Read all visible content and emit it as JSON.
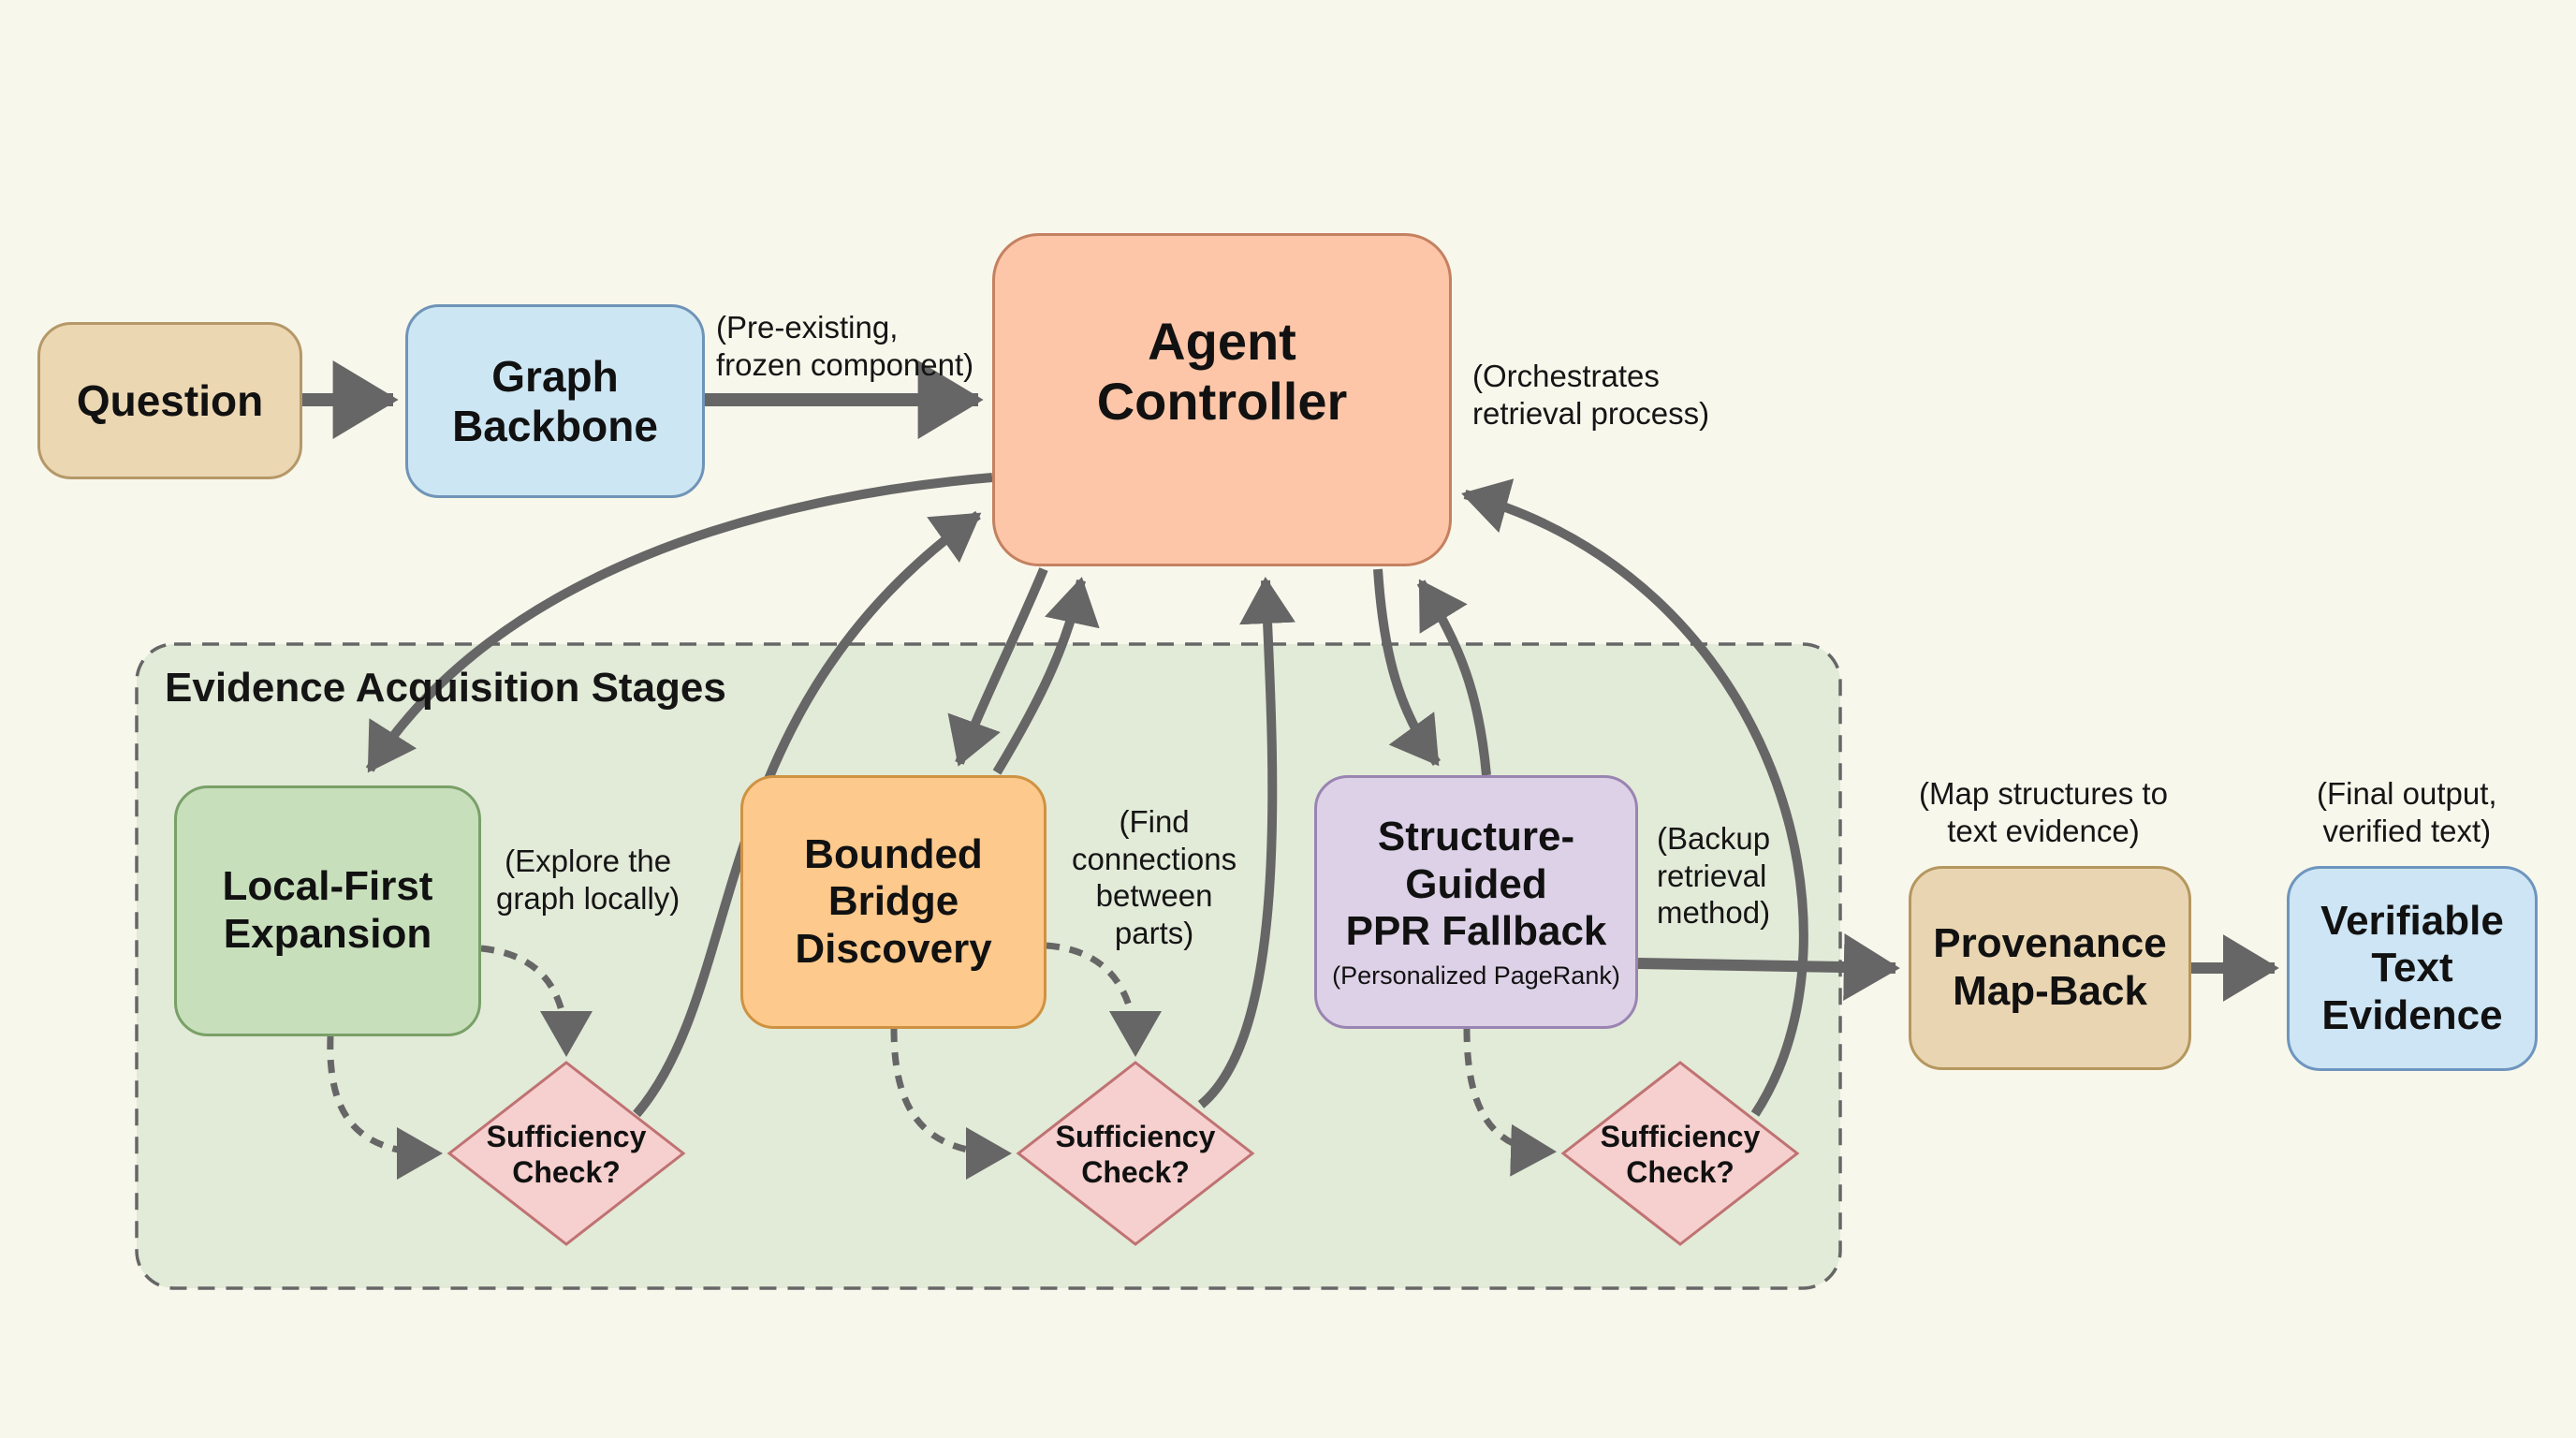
{
  "colors": {
    "background": "#f8f7ec",
    "arrow": "#666666",
    "group_fill": "#e2ead8",
    "group_border": "#666666",
    "question": {
      "fill": "#ecd7b3",
      "border": "#b59868"
    },
    "graph_backbone": {
      "fill": "#cde6f3",
      "border": "#6f94b8"
    },
    "agent_controller": {
      "fill": "#fdc6a8",
      "border": "#c48160"
    },
    "local_first": {
      "fill": "#c8dfbc",
      "border": "#79a068"
    },
    "bounded_bridge": {
      "fill": "#fdc98c",
      "border": "#cf9241"
    },
    "structure_guided": {
      "fill": "#ddd1e7",
      "border": "#9a84b2"
    },
    "provenance": {
      "fill": "#ead5b2",
      "border": "#b5975f"
    },
    "verifiable": {
      "fill": "#cde5f4",
      "border": "#6e95be"
    },
    "diamond": {
      "fill": "#f6cfcf",
      "border": "#c07272"
    }
  },
  "nodes": {
    "question": "Question",
    "graph_backbone": [
      "Graph",
      "Backbone"
    ],
    "agent_controller": [
      "Agent",
      "Controller"
    ],
    "local_first": [
      "Local-First",
      "Expansion"
    ],
    "bounded_bridge": [
      "Bounded",
      "Bridge",
      "Discovery"
    ],
    "structure_guided": [
      "Structure-",
      "Guided",
      "PPR Fallback"
    ],
    "structure_guided_sub": "(Personalized PageRank)",
    "provenance": [
      "Provenance",
      "Map-Back"
    ],
    "verifiable": [
      "Verifiable",
      "Text",
      "Evidence"
    ]
  },
  "diamonds": [
    {
      "label": [
        "Sufficiency",
        "Check?"
      ]
    },
    {
      "label": [
        "Sufficiency",
        "Check?"
      ]
    },
    {
      "label": [
        "Sufficiency",
        "Check?"
      ]
    }
  ],
  "group": {
    "title": "Evidence Acquisition Stages"
  },
  "annotations": {
    "graph_backbone": "(Pre-existing,\nfrozen component)",
    "agent_controller": "(Orchestrates\nretrieval process)",
    "local_first": "(Explore the\ngraph locally)",
    "bounded_bridge": "(Find\nconnections\nbetween\nparts)",
    "structure_guided": "(Backup\nretrieval\nmethod)",
    "provenance": "(Map structures to\ntext evidence)",
    "verifiable": "(Final output,\nverified text)"
  }
}
